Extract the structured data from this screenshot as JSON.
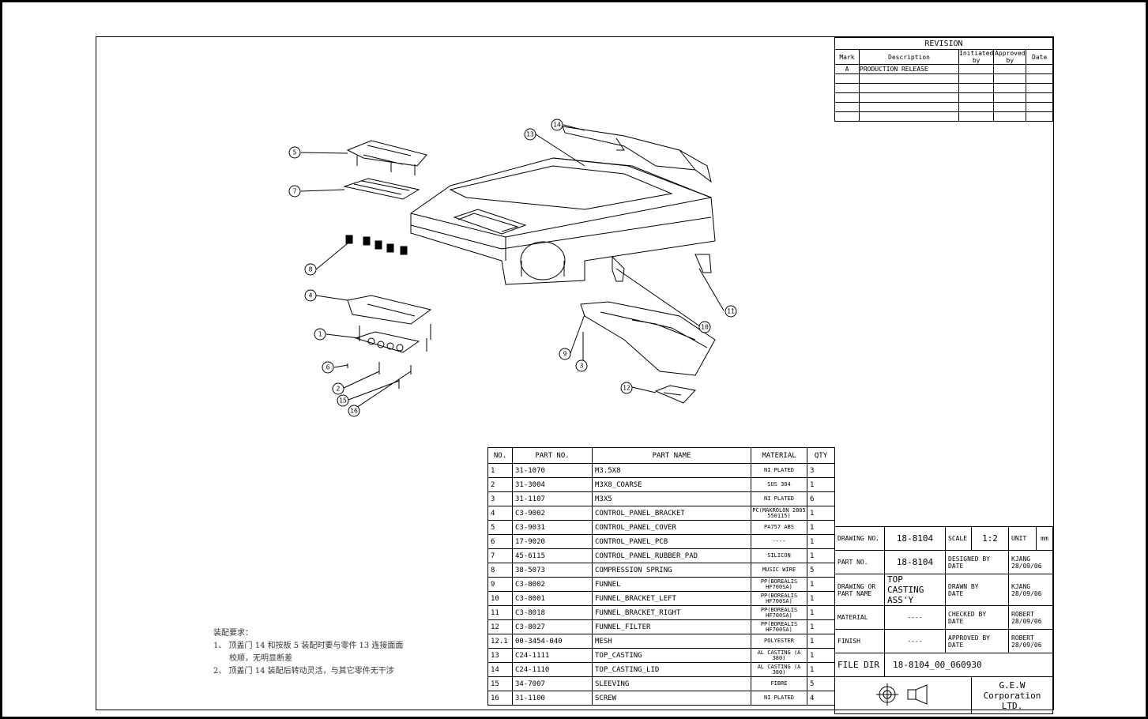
{
  "revision": {
    "title": "REVISION",
    "headers": [
      "Mark",
      "Description",
      "Initiated by",
      "Approved by",
      "Date"
    ],
    "rows": [
      {
        "mark": "A",
        "description": "PRODUCTION RELEASE",
        "initiated": "",
        "approved": "",
        "date": ""
      },
      {
        "mark": "",
        "description": "",
        "initiated": "",
        "approved": "",
        "date": ""
      },
      {
        "mark": "",
        "description": "",
        "initiated": "",
        "approved": "",
        "date": ""
      },
      {
        "mark": "",
        "description": "",
        "initiated": "",
        "approved": "",
        "date": ""
      },
      {
        "mark": "",
        "description": "",
        "initiated": "",
        "approved": "",
        "date": ""
      },
      {
        "mark": "",
        "description": "",
        "initiated": "",
        "approved": "",
        "date": ""
      }
    ]
  },
  "parts_list": {
    "headers": [
      "NO.",
      "PART NO.",
      "PART NAME",
      "MATERIAL",
      "QTY"
    ],
    "rows": [
      {
        "no": "1",
        "part_no": "31-1070",
        "name": "M3.5X8",
        "material": "NI PLATED",
        "qty": "3"
      },
      {
        "no": "2",
        "part_no": "31-3004",
        "name": "M3X8_COARSE",
        "material": "SUS 304",
        "qty": "1"
      },
      {
        "no": "3",
        "part_no": "31-1107",
        "name": "M3X5",
        "material": "NI PLATED",
        "qty": "6"
      },
      {
        "no": "4",
        "part_no": "C3-9002",
        "name": "CONTROL_PANEL_BRACKET",
        "material": "PC(MAKROLON 2805 550115)",
        "qty": "1"
      },
      {
        "no": "5",
        "part_no": "C3-9031",
        "name": "CONTROL_PANEL_COVER",
        "material": "PA757 ABS",
        "qty": "1"
      },
      {
        "no": "6",
        "part_no": "17-9020",
        "name": "CONTROL_PANEL_PCB",
        "material": "----",
        "qty": "1"
      },
      {
        "no": "7",
        "part_no": "45-6115",
        "name": "CONTROL_PANEL_RUBBER_PAD",
        "material": "SILICON",
        "qty": "1"
      },
      {
        "no": "8",
        "part_no": "38-5073",
        "name": "COMPRESSION SPRING",
        "material": "MUSIC WIRE",
        "qty": "5"
      },
      {
        "no": "9",
        "part_no": "C3-8002",
        "name": "FUNNEL",
        "material": "PP(BOREALIS HF700SA)",
        "qty": "1"
      },
      {
        "no": "10",
        "part_no": "C3-8001",
        "name": "FUNNEL_BRACKET_LEFT",
        "material": "PP(BOREALIS HF700SA)",
        "qty": "1"
      },
      {
        "no": "11",
        "part_no": "C3-8018",
        "name": "FUNNEL_BRACKET_RIGHT",
        "material": "PP(BOREALIS HF700SA)",
        "qty": "1"
      },
      {
        "no": "12",
        "part_no": "C3-8027",
        "name": "FUNNEL_FILTER",
        "material": "PP(BOREALIS HF700SA)",
        "qty": "1"
      },
      {
        "no": "12.1",
        "part_no": "00-3454-040",
        "name": "MESH",
        "material": "POLYESTER",
        "qty": "1"
      },
      {
        "no": "13",
        "part_no": "C24-1111",
        "name": "TOP_CASTING",
        "material": "AL CASTING (A 380)",
        "qty": "1"
      },
      {
        "no": "14",
        "part_no": "C24-1110",
        "name": "TOP_CASTING_LID",
        "material": "AL CASTING (A 380)",
        "qty": "1"
      },
      {
        "no": "15",
        "part_no": "34-7007",
        "name": "SLEEVING",
        "material": "FIBRE",
        "qty": "5"
      },
      {
        "no": "16",
        "part_no": "31-1100",
        "name": "SCREW",
        "material": "NI PLATED",
        "qty": "4"
      }
    ]
  },
  "title_block": {
    "drawing_no_label": "DRAWING NO.",
    "drawing_no": "18-8104",
    "scale_label": "SCALE",
    "scale": "1:2",
    "unit_label": "UNIT",
    "unit": "mm",
    "part_no_label": "PART NO.",
    "part_no": "18-8104",
    "designed_by_label": "DESIGNED BY",
    "date_label": "DATE",
    "designed_by": "KJANG",
    "designed_date": "28/09/06",
    "part_name_label": "DRAWING OR PART NAME",
    "part_name": "TOP CASTING ASS'Y",
    "drawn_by_label": "DRAWN BY",
    "drawn_by": "KJANG",
    "drawn_date": "28/09/06",
    "material_label": "MATERIAL",
    "material": "----",
    "checked_by_label": "CHECKED BY",
    "checked_by": "ROBERT",
    "checked_date": "28/09/06",
    "finish_label": "FINISH",
    "finish": "----",
    "approved_by_label": "APPROVED BY",
    "approved_by": "ROBERT",
    "approved_date": "28/09/06",
    "file_dir_label": "FILE DIR",
    "file_dir": "18-8104_00_060930",
    "company": "G.E.W Corporation LTD."
  },
  "notes": {
    "heading": "装配要求：",
    "items": [
      "1、 顶盖门 14 和按板 5 装配时要与零件 13 连接面面",
      "校顺，无明显断差",
      "2、 顶盖门 14 装配后转动灵活，与其它零件无干涉"
    ]
  },
  "balloons": [
    "5",
    "7",
    "8",
    "4",
    "1",
    "6",
    "2",
    "15",
    "16",
    "13",
    "14",
    "11",
    "10",
    "9",
    "3",
    "12"
  ]
}
